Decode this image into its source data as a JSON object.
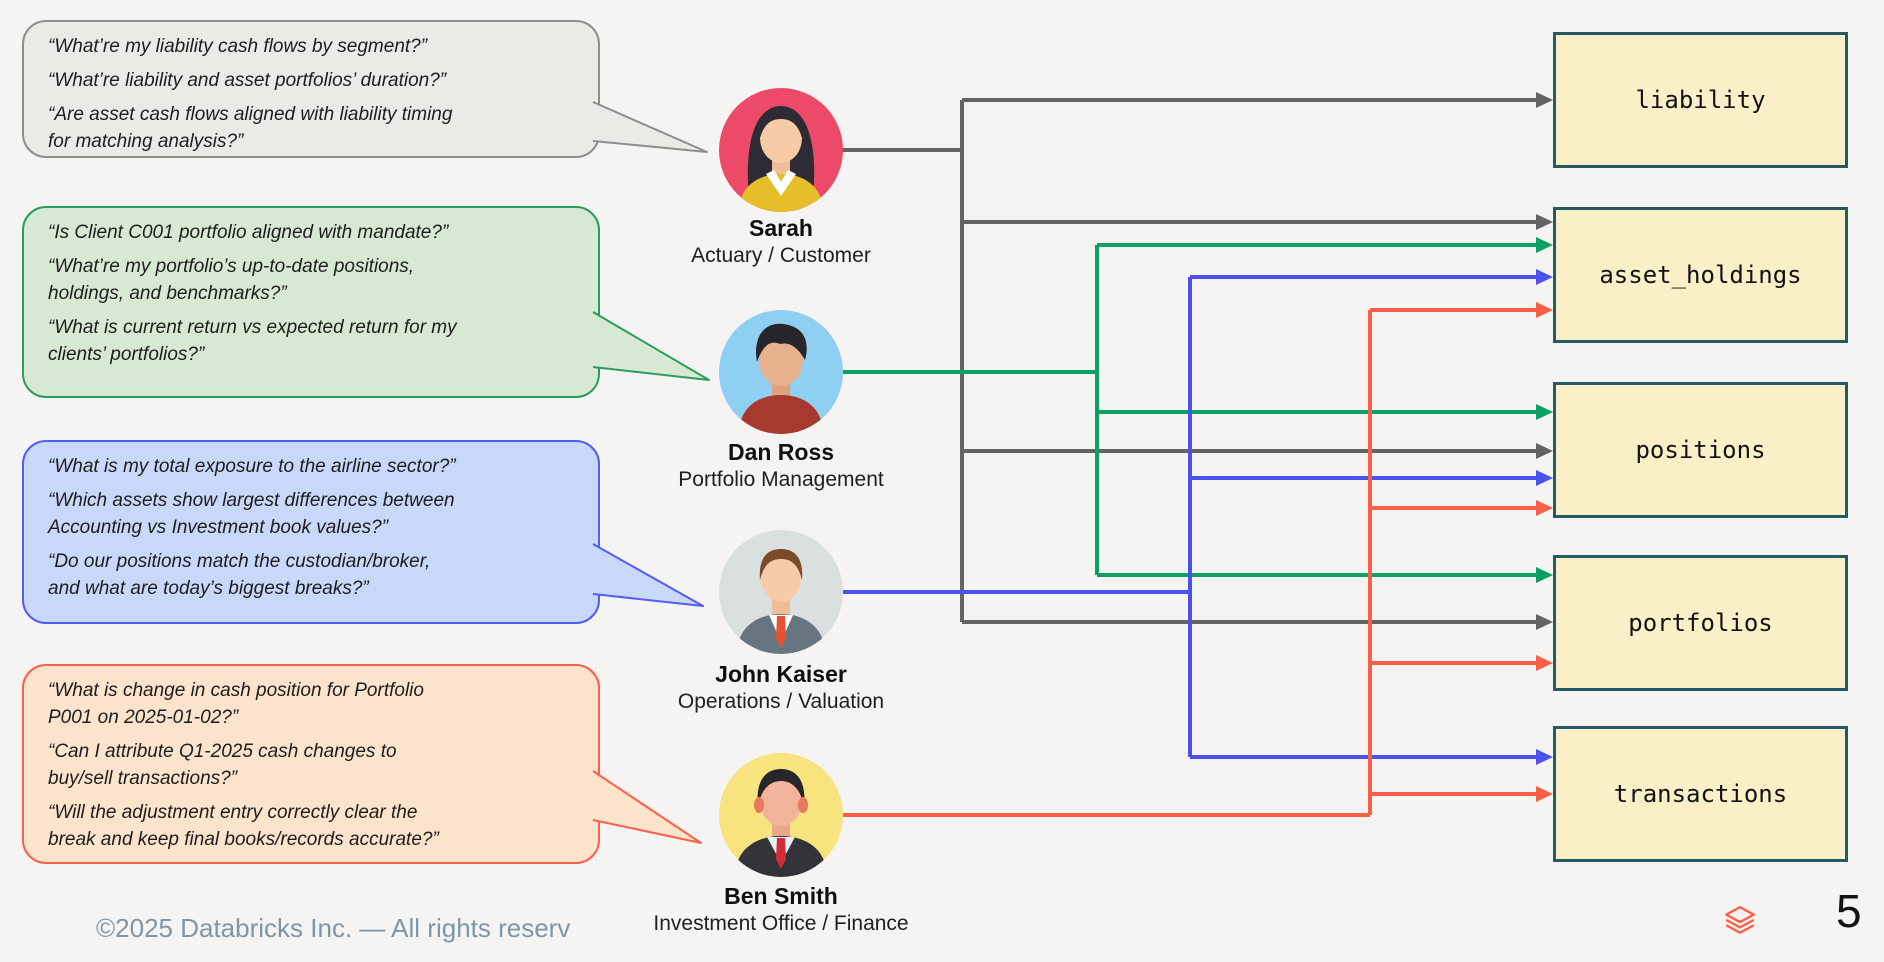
{
  "slide": {
    "background": "#F5F4F2"
  },
  "bubbles": [
    {
      "id": "sarah",
      "fill": "#EAEAE7",
      "border": "#8E8E8C",
      "questions": [
        "“What’re my liability cash flows by segment?”",
        "“What’re liability and asset portfolios’ duration?”",
        "“Are asset cash flows aligned with liability timing\nfor matching analysis?”"
      ]
    },
    {
      "id": "dan",
      "fill": "#D8E9D3",
      "border": "#2A9E5E",
      "questions": [
        "“Is Client C001 portfolio aligned with mandate?”",
        "“What’re my portfolio’s up-to-date positions,\nholdings, and benchmarks?”",
        "“What is current return vs expected return for my\nclients’ portfolios?”"
      ]
    },
    {
      "id": "john",
      "fill": "#C8D8F8",
      "border": "#535EF0",
      "questions": [
        "“What is my total exposure to the airline sector?”",
        "“Which assets show largest differences between\nAccounting vs Investment book values?”",
        "“Do our positions match the custodian/broker,\nand what are today’s biggest breaks?”"
      ]
    },
    {
      "id": "ben",
      "fill": "#FBE3CC",
      "border": "#F9614A",
      "questions": [
        "“What is change in cash position for Portfolio\nP001 on 2025-01-02?”",
        "“Can I attribute Q1-2025 cash changes to\nbuy/sell transactions?”",
        "“Will the adjustment entry correctly clear the\nbreak and keep final books/records accurate?”"
      ]
    }
  ],
  "personas": [
    {
      "id": "sarah",
      "name": "Sarah",
      "role": "Actuary / Customer",
      "line_color": "#636363",
      "avatar_bg": "#EC4A68"
    },
    {
      "id": "dan",
      "name": "Dan Ross",
      "role": "Portfolio Management",
      "line_color": "#0DA064",
      "avatar_bg": "#8FD0F2"
    },
    {
      "id": "john",
      "name": "John Kaiser",
      "role": "Operations / Valuation",
      "line_color": "#4A52EE",
      "avatar_bg": "#DADFDF"
    },
    {
      "id": "ben",
      "name": "Ben Smith",
      "role": "Investment Office / Finance",
      "line_color": "#F95F48",
      "avatar_bg": "#F8E47E"
    }
  ],
  "tables": [
    {
      "id": "liability",
      "label": "liability"
    },
    {
      "id": "asset_holdings",
      "label": "asset_holdings"
    },
    {
      "id": "positions",
      "label": "positions"
    },
    {
      "id": "portfolios",
      "label": "portfolios"
    },
    {
      "id": "transactions",
      "label": "transactions"
    }
  ],
  "table_style": {
    "fill": "#FAF0C8",
    "border": "#235A66"
  },
  "connections": [
    {
      "from": "sarah",
      "to": [
        "liability",
        "asset_holdings",
        "positions",
        "portfolios"
      ]
    },
    {
      "from": "dan",
      "to": [
        "asset_holdings",
        "positions",
        "portfolios"
      ]
    },
    {
      "from": "john",
      "to": [
        "asset_holdings",
        "positions",
        "transactions"
      ]
    },
    {
      "from": "ben",
      "to": [
        "asset_holdings",
        "positions",
        "portfolios",
        "transactions"
      ]
    }
  ],
  "footer": {
    "copyright": "©2025 Databricks Inc. — All rights reserv",
    "page_number": "5",
    "logo": "databricks-logo",
    "logo_color": "#FF5F46"
  }
}
